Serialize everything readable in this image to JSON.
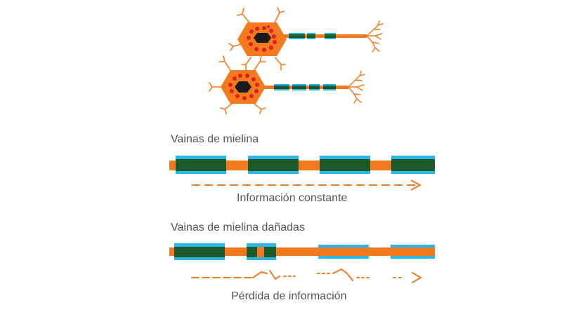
{
  "sections": {
    "healthy": {
      "title": "Vainas de mielina",
      "caption": "Información constante"
    },
    "damaged": {
      "title": "Vainas de mielina dañadas",
      "caption": "Pérdida de información"
    }
  },
  "colors": {
    "axon": "#f47a1f",
    "myelin_dark": "#1d5a2a",
    "myelin_light": "#2cb5e8",
    "nucleus": "#1a1a1a",
    "organelles": "#e02020",
    "arrow": "#f47a1f",
    "text": "#555555"
  },
  "icons": [
    "neuron-cell-icon",
    "dendrite-tree-icon",
    "arrow-right-icon"
  ]
}
